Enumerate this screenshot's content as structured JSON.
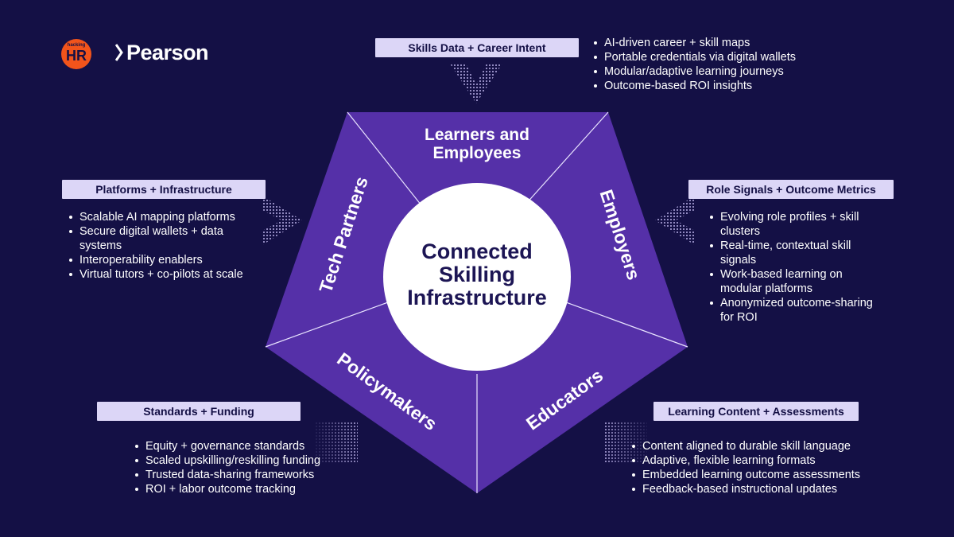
{
  "logos": {
    "hr_top": "hacking",
    "hr_main": "HR",
    "pearson": "Pearson"
  },
  "center": {
    "title_line1": "Connected",
    "title_line2": "Skilling",
    "title_line3": "Infrastructure"
  },
  "segments": {
    "learners_line1": "Learners and",
    "learners_line2": "Employees",
    "employers": "Employers",
    "educators": "Educators",
    "policymakers": "Policymakers",
    "tech_partners": "Tech Partners"
  },
  "callouts": {
    "skills_data": {
      "label": "Skills Data + Career Intent",
      "items": [
        "AI-driven career + skill maps",
        "Portable credentials via digital wallets",
        "Modular/adaptive learning journeys",
        "Outcome-based ROI insights"
      ]
    },
    "platforms": {
      "label": "Platforms + Infrastructure",
      "items": [
        "Scalable AI mapping platforms",
        "Secure digital wallets + data",
        "systems",
        "Interoperability enablers",
        "Virtual tutors + co-pilots at scale"
      ]
    },
    "role_signals": {
      "label": "Role Signals + Outcome Metrics",
      "items": [
        "Evolving role profiles + skill",
        "clusters",
        "Real-time, contextual skill",
        "signals",
        "Work-based learning on",
        "modular platforms",
        "Anonymized outcome-sharing",
        "for ROI"
      ]
    },
    "standards": {
      "label": "Standards + Funding",
      "items": [
        "Equity + governance standards",
        "Scaled upskilling/reskilling funding",
        "Trusted data-sharing frameworks",
        "ROI + labor outcome tracking"
      ]
    },
    "learning_content": {
      "label": "Learning Content + Assessments",
      "items": [
        "Content aligned to durable skill language",
        "Adaptive, flexible learning formats",
        "Embedded learning outcome assessments",
        "Feedback-based instructional updates"
      ]
    }
  },
  "colors": {
    "background": "#141045",
    "pentagon": "#5530a8",
    "label_box": "#dcd6f7",
    "center_text": "#1c1554",
    "hr_logo": "#f2541b"
  }
}
